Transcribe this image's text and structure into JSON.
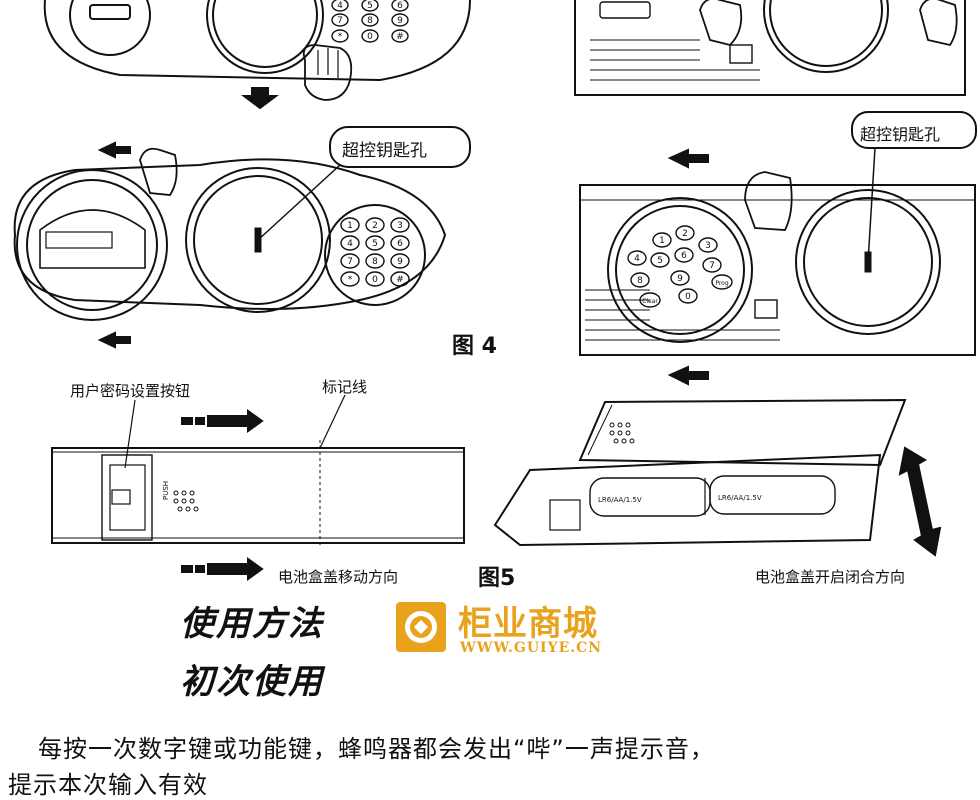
{
  "figures": {
    "fig4_label": "图  4",
    "fig5_label": "图5",
    "super_key_hole_left": "超控钥匙孔",
    "super_key_hole_right": "超控钥匙孔",
    "user_code_button": "用户密码设置按钮",
    "mark_line": "标记线",
    "battery_cover_move": "电池盒盖移动方向",
    "battery_cover_open_close": "电池盒盖开启闭合方向",
    "push_label": "PUSH",
    "battery_spec_1": "LR6/AA/1.5V",
    "battery_spec_2": "LR6/AA/1.5V",
    "keypad_left": [
      "1",
      "2",
      "3",
      "4",
      "5",
      "6",
      "7",
      "8",
      "9",
      "*",
      "0",
      "#"
    ],
    "keypad_top": [
      "4",
      "5",
      "6",
      "7",
      "8",
      "9",
      "*",
      "0",
      "#"
    ],
    "keypad_rotated": [
      "1",
      "2",
      "3",
      "4",
      "5",
      "6",
      "7",
      "8",
      "9",
      "Clear",
      "0",
      "Prog"
    ]
  },
  "section": {
    "title_usage": "使用方法",
    "title_first_use": "初次使用"
  },
  "logo": {
    "name_cn": "柜业商城",
    "url": "WWW.GUIYE.CN",
    "color": "#e8a21c"
  },
  "instructions": {
    "line1": "每按一次数字键或功能键，蜂鸣器都会发出“哔”一声提示音，",
    "line2": "提示本次输入有效"
  }
}
